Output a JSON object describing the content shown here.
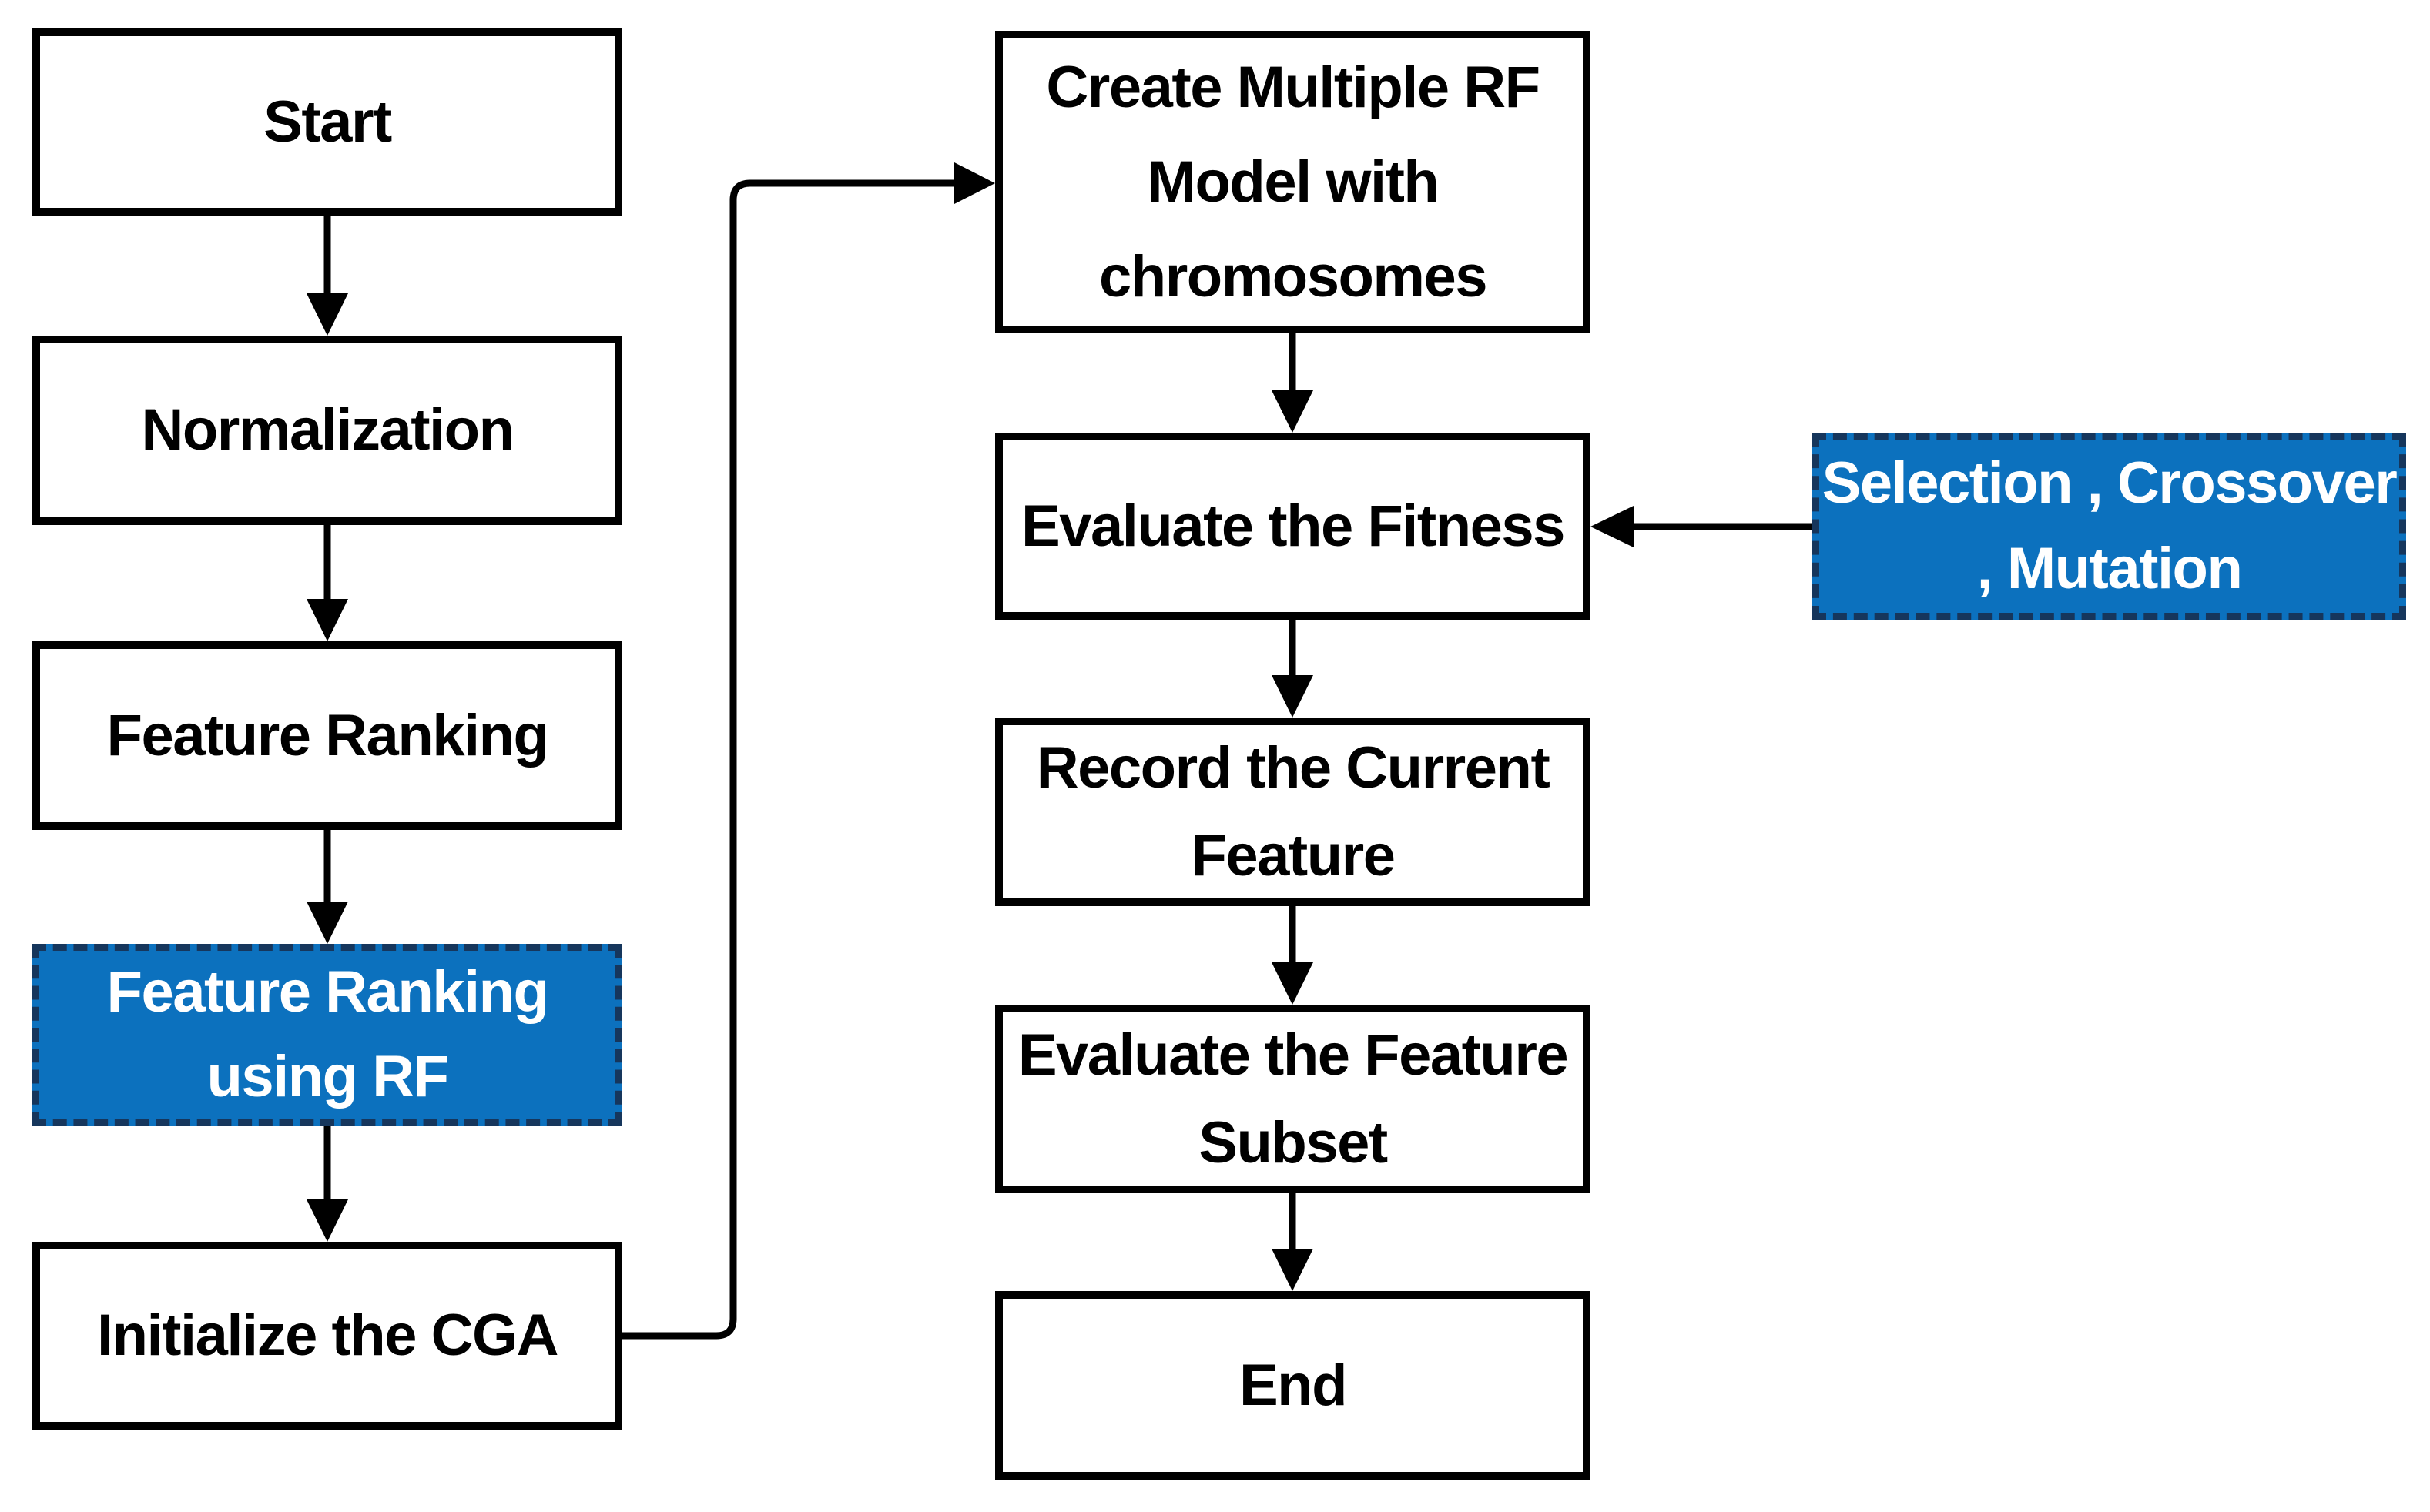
{
  "diagram": {
    "type": "flowchart",
    "colors": {
      "background": "#ffffff",
      "box_border": "#000000",
      "box_fill": "#ffffff",
      "accent_blue_fill": "#0C71BE",
      "accent_dash_border": "#16365C",
      "text_dark": "#000000",
      "text_light": "#ffffff",
      "connector": "#000000"
    },
    "nodes": {
      "start": {
        "label": "Start"
      },
      "normalization": {
        "label": "Normalization"
      },
      "feature_ranking": {
        "label": "Feature Ranking"
      },
      "feature_ranking_rf": {
        "lines": [
          "Feature Ranking",
          "using RF"
        ],
        "style": "blue-dashed"
      },
      "initialize_cga": {
        "label": "Initialize the CGA"
      },
      "create_rf": {
        "lines": [
          "Create Multiple RF",
          "Model with",
          "chromosomes"
        ]
      },
      "evaluate_fitness": {
        "label": "Evaluate the Fitness"
      },
      "record_feature": {
        "lines": [
          "Record the Current",
          "Feature"
        ]
      },
      "evaluate_subset": {
        "lines": [
          "Evaluate the Feature",
          "Subset"
        ]
      },
      "end": {
        "label": "End"
      },
      "genetic_operators": {
        "lines": [
          "Selection , Crossover",
          ", Mutation"
        ],
        "style": "blue-dashed"
      }
    },
    "edges": [
      "start -> normalization",
      "normalization -> feature_ranking",
      "feature_ranking -> feature_ranking_rf",
      "feature_ranking_rf -> initialize_cga",
      "initialize_cga -> create_rf (elbow right-up-right)",
      "create_rf -> evaluate_fitness",
      "evaluate_fitness -> record_feature",
      "record_feature -> evaluate_subset",
      "evaluate_subset -> end",
      "genetic_operators -> evaluate_fitness (leftward)"
    ]
  }
}
